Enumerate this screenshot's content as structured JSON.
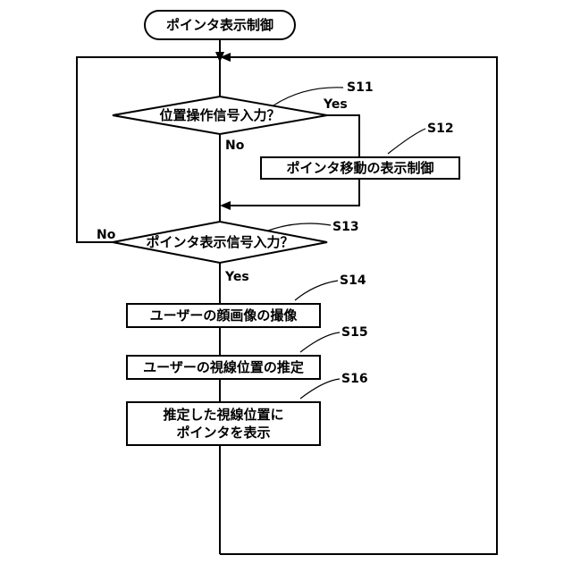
{
  "title": "ポインタ表示制御",
  "steps": {
    "s11": {
      "id": "S11",
      "text": "位置操作信号入力？"
    },
    "s12": {
      "id": "S12",
      "text": "ポインタ移動の表示制御"
    },
    "s13": {
      "id": "S13",
      "text": "ポインタ表示信号入力？"
    },
    "s14": {
      "id": "S14",
      "text": "ユーザーの顔画像の撮像"
    },
    "s15": {
      "id": "S15",
      "text": "ユーザーの視線位置の推定"
    },
    "s16": {
      "id": "S16",
      "line1": "推定した視線位置に",
      "line2": "ポインタを表示"
    }
  },
  "branches": {
    "s11_yes": "Yes",
    "s11_no": "No",
    "s13_yes": "Yes",
    "s13_no": "No"
  }
}
